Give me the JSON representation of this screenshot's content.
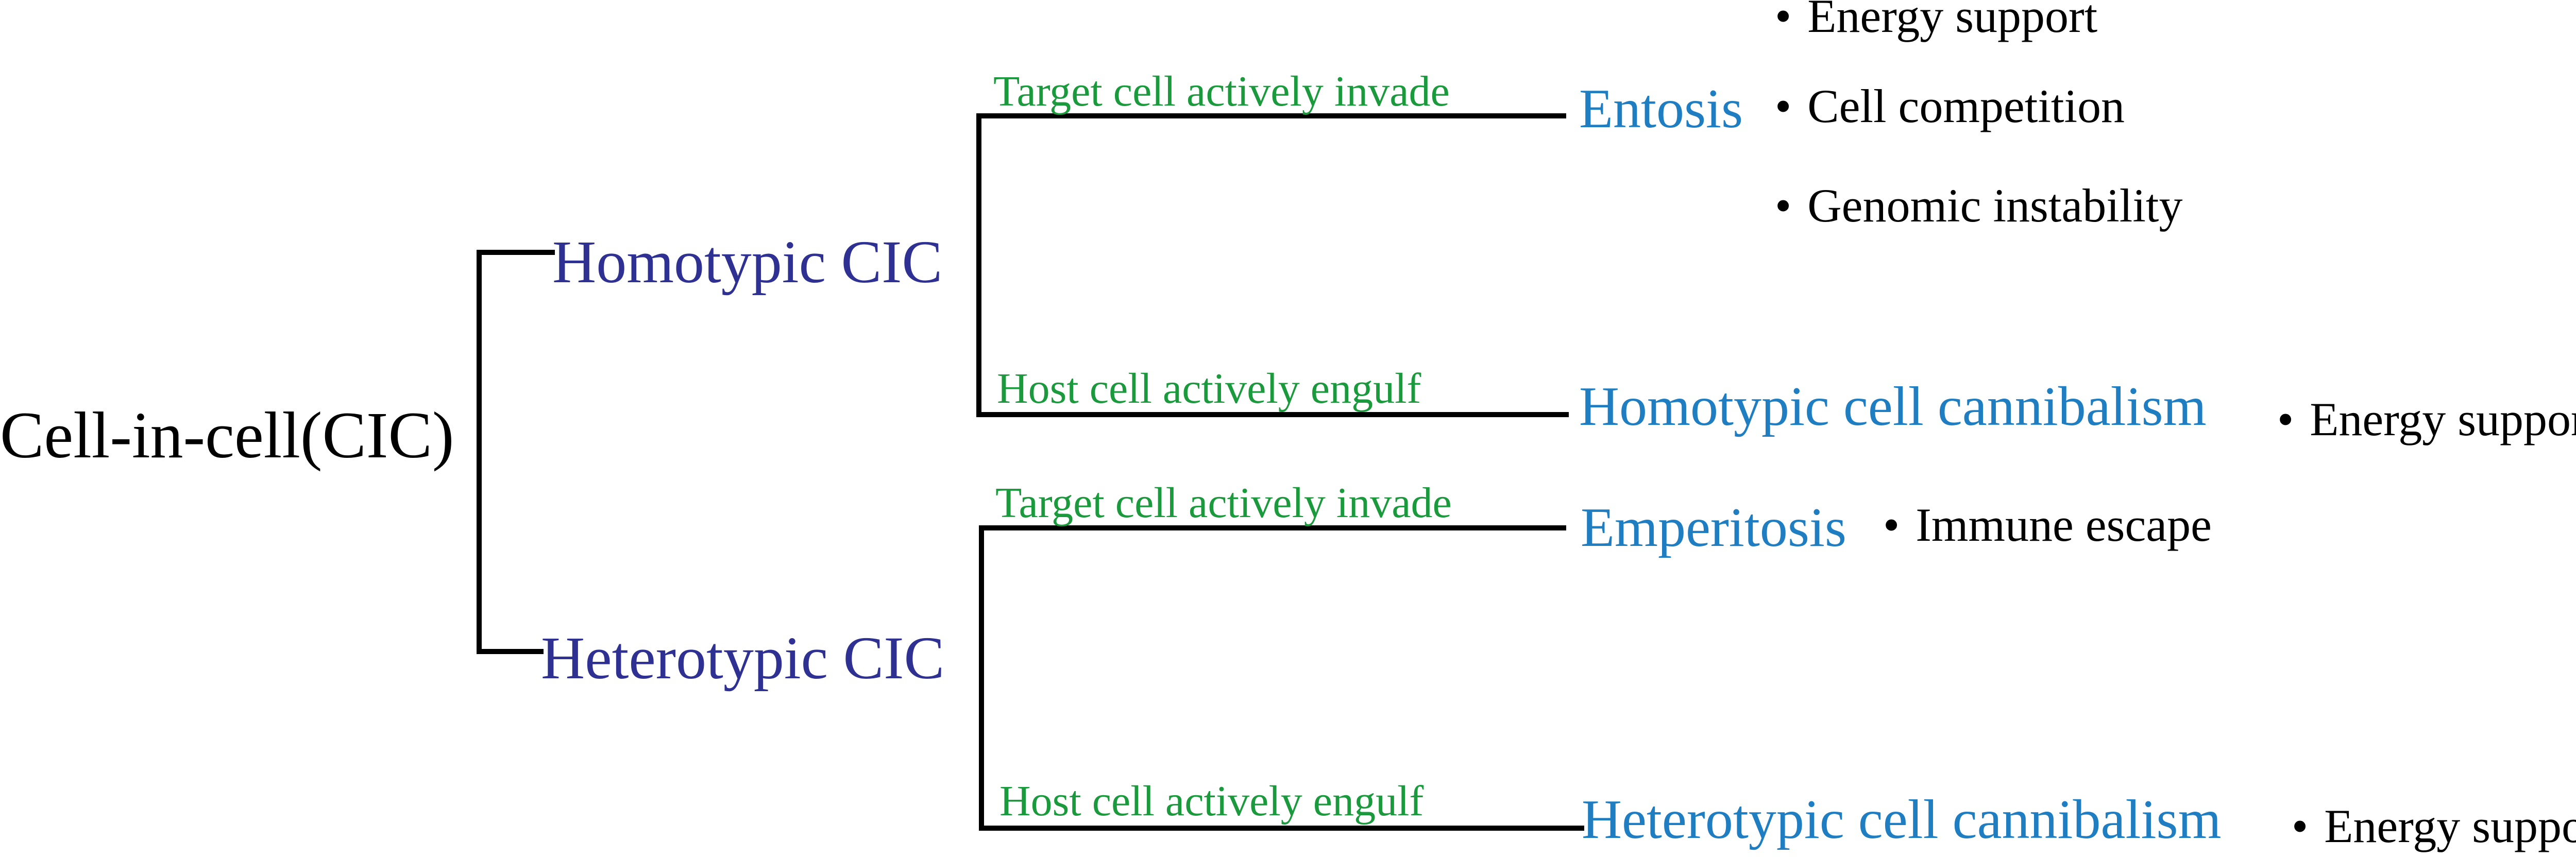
{
  "colors": {
    "line": "#000000",
    "root_text": "#000000",
    "category_text": "#2e3192",
    "mechanism_text": "#1a9a3c",
    "outcome_text": "#1f7dc1",
    "effect_text": "#000000"
  },
  "root": {
    "label": "Cell-in-cell(CIC)"
  },
  "homotypic": {
    "label": "Homotypic CIC",
    "branches": [
      {
        "mechanism": "Target cell actively invade",
        "outcome": "Entosis",
        "effects": [
          "Energy support",
          "Cell competition",
          "Genomic instability"
        ]
      },
      {
        "mechanism": "Host cell actively engulf",
        "outcome": "Homotypic cell cannibalism",
        "effects": [
          "Energy support"
        ]
      }
    ]
  },
  "heterotypic": {
    "label": "Heterotypic CIC",
    "branches": [
      {
        "mechanism": "Target cell actively invade",
        "outcome": "Emperitosis",
        "effects": [
          "Immune escape"
        ]
      },
      {
        "mechanism": "Host cell actively engulf",
        "outcome": "Heterotypic cell cannibalism",
        "effects": [
          "Energy support"
        ]
      }
    ]
  },
  "bullet": "•"
}
